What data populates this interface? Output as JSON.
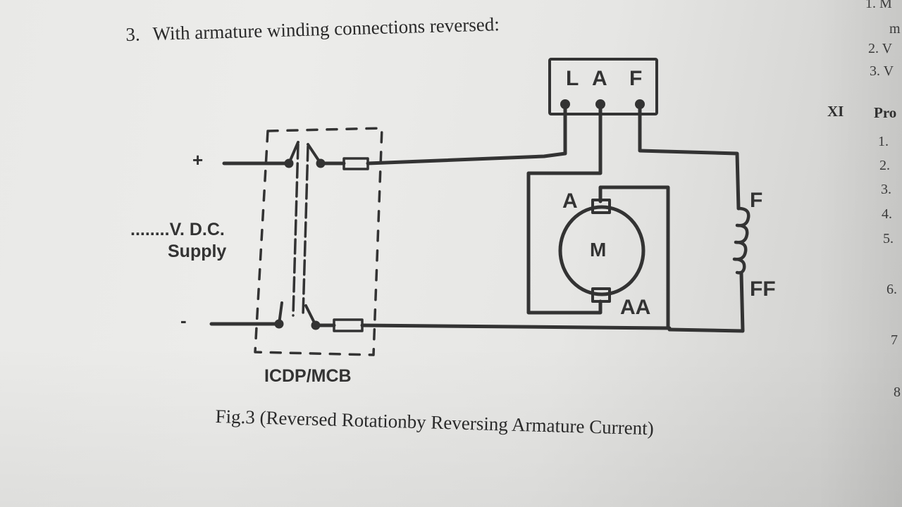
{
  "heading": {
    "number": "3.",
    "text": "With armature winding connections reversed:"
  },
  "caption": "Fig.3 (Reversed Rotationby Reversing Armature Current)",
  "diagram": {
    "terminal_box_labels": [
      "L",
      "A",
      "F"
    ],
    "plus_sign": "+",
    "minus_sign": "-",
    "supply_line1": "........V. D.C.",
    "supply_line2": "Supply",
    "switch_label": "ICDP/MCB",
    "motor_label": "M",
    "armature_a": "A",
    "armature_aa": "AA",
    "field_f": "F",
    "field_ff": "FF"
  },
  "side_column": {
    "items_top": [
      "1. M",
      "m",
      "2. V",
      "3. V"
    ],
    "section": "XI",
    "section_title": "Pro",
    "items": [
      "1.",
      "2.",
      "3.",
      "4.",
      "5.",
      "6.",
      "7",
      "8"
    ]
  },
  "colors": {
    "ink": "#333333",
    "paper": "#e9e9e7"
  }
}
